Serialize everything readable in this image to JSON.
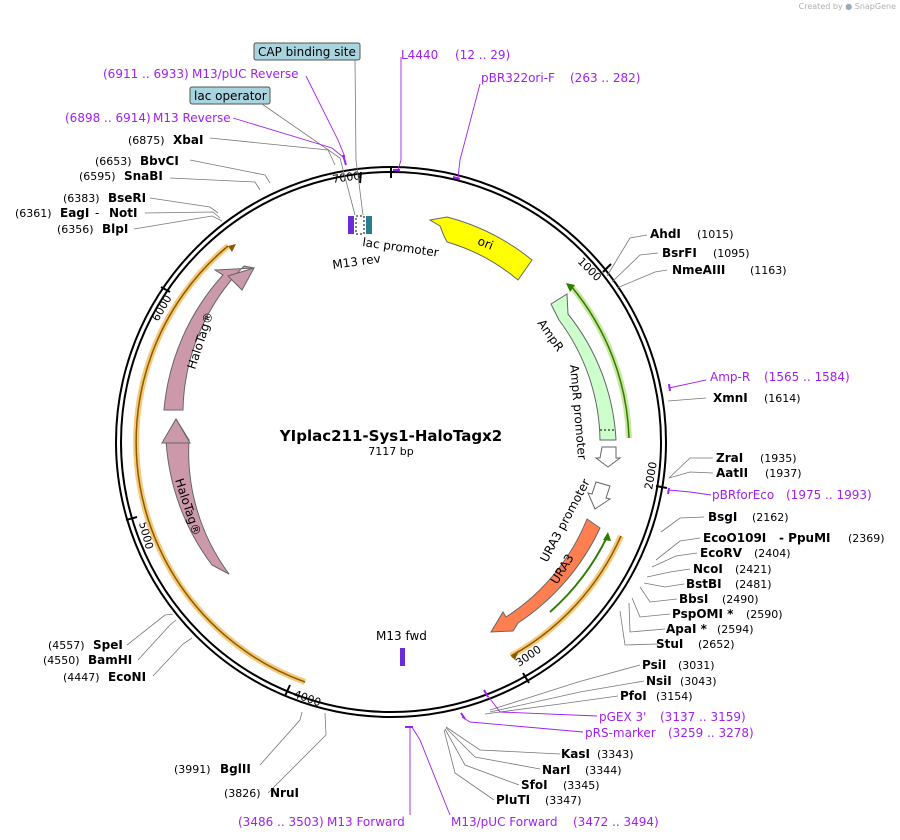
{
  "credit": {
    "prefix": "Created by",
    "brand": "SnapGene"
  },
  "plasmid": {
    "name": "YIplac211-Sys1-HaloTagx2",
    "length": "7117 bp"
  },
  "tick_labels": [
    "1000",
    "2000",
    "3000",
    "4000",
    "5000",
    "6000",
    "7000"
  ],
  "features": {
    "ori": "ori",
    "ampr": "AmpR",
    "ampr_promoter": "AmpR promoter",
    "ura3_promoter": "URA3 promoter",
    "ura3": "URA3",
    "halotag_1": "HaloTag®",
    "halotag_2": "HaloTag®",
    "lac_promoter": "lac promoter",
    "m13_rev": "M13 rev",
    "m13_fwd": "M13 fwd",
    "cap_site": "CAP binding site",
    "lac_operator": "lac operator"
  },
  "enzymes": [
    {
      "name": "AhdI",
      "pos": "(1015)"
    },
    {
      "name": "BsrFI",
      "pos": "(1095)"
    },
    {
      "name": "NmeAIII",
      "pos": "(1163)"
    },
    {
      "name": "XmnI",
      "pos": "(1614)"
    },
    {
      "name": "ZraI",
      "pos": "(1935)"
    },
    {
      "name": "AatII",
      "pos": "(1937)"
    },
    {
      "name": "BsgI",
      "pos": "(2162)"
    },
    {
      "name": "EcoO109I",
      "pos": "- PpuMI",
      "pos2": "(2369)"
    },
    {
      "name": "EcoRV",
      "pos": "(2404)"
    },
    {
      "name": "NcoI",
      "pos": "(2421)"
    },
    {
      "name": "BstBI",
      "pos": "(2481)"
    },
    {
      "name": "BbsI",
      "pos": "(2490)"
    },
    {
      "name": "PspOMI *",
      "pos": "(2590)"
    },
    {
      "name": "ApaI *",
      "pos": "(2594)"
    },
    {
      "name": "StuI",
      "pos": "(2652)"
    },
    {
      "name": "PsiI",
      "pos": "(3031)"
    },
    {
      "name": "NsiI",
      "pos": "(3043)"
    },
    {
      "name": "PfoI",
      "pos": "(3154)"
    },
    {
      "name": "KasI",
      "pos": "(3343)"
    },
    {
      "name": "NarI",
      "pos": "(3344)"
    },
    {
      "name": "SfoI",
      "pos": "(3345)"
    },
    {
      "name": "PluTI",
      "pos": "(3347)"
    },
    {
      "name": "NruI",
      "pos": "(3826)"
    },
    {
      "name": "BglII",
      "pos": "(3991)"
    },
    {
      "name": "EcoNI",
      "pos": "(4447)"
    },
    {
      "name": "BamHI",
      "pos": "(4550)"
    },
    {
      "name": "SpeI",
      "pos": "(4557)"
    },
    {
      "name": "BlpI",
      "pos": "(6356)"
    },
    {
      "name": "EagI",
      "pos": "(6361)",
      "name2": "NotI"
    },
    {
      "name": "BseRI",
      "pos": "(6383)"
    },
    {
      "name": "SnaBI",
      "pos": "(6595)"
    },
    {
      "name": "BbvCI",
      "pos": "(6653)"
    },
    {
      "name": "XbaI",
      "pos": "(6875)"
    }
  ],
  "primers": [
    {
      "name": "L4440",
      "pos": "(12 .. 29)"
    },
    {
      "name": "pBR322ori-F",
      "pos": "(263 .. 282)"
    },
    {
      "name": "Amp-R",
      "pos": "(1565 .. 1584)"
    },
    {
      "name": "pBRforEco",
      "pos": "(1975 .. 1993)"
    },
    {
      "name": "pGEX 3'",
      "pos": "(3137 .. 3159)"
    },
    {
      "name": "pRS-marker",
      "pos": "(3259 .. 3278)"
    },
    {
      "name": "M13/pUC Forward",
      "pos": "(3472 .. 3494)"
    },
    {
      "name": "M13 Forward",
      "pos": "(3486 .. 3503)"
    },
    {
      "name": "M13 Reverse",
      "pos": "(6898 .. 6914)"
    },
    {
      "name": "M13/pUC Reverse",
      "pos": "(6911 .. 6933)"
    }
  ],
  "colors": {
    "backbone": "#000000",
    "ori": "#ffff00",
    "ampr": "#ccffcc",
    "ura3": "#ff7f50",
    "halotag": "#cc99aa",
    "orf_outline": "#f5c97a",
    "orf_line": "#8b5a00",
    "green_orf": "#4caf1a",
    "primer": "#a020f0",
    "box_fill": "#a8d4e0"
  }
}
